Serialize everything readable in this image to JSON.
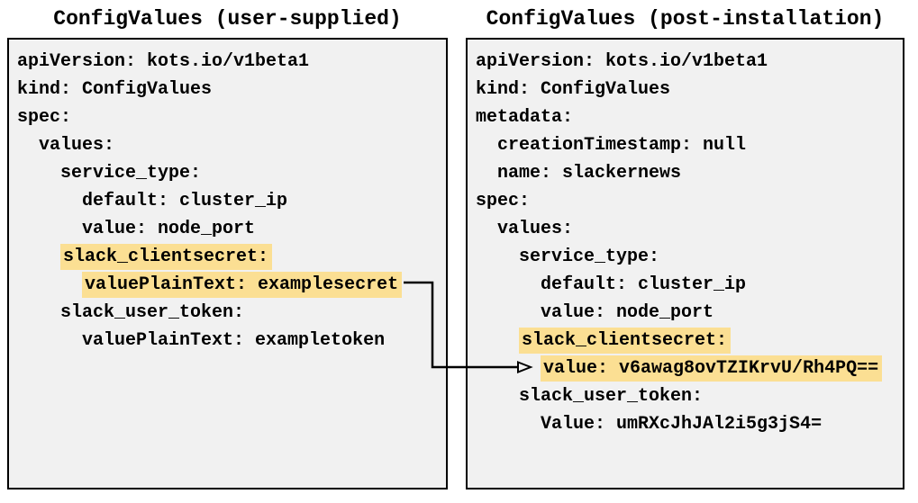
{
  "highlight_color": "#fbdf93",
  "box_background": "#f1f1f1",
  "panels": [
    {
      "title": "ConfigValues (user-supplied)",
      "lines": [
        {
          "indent": "",
          "text": "apiVersion: kots.io/v1beta1",
          "hl": false
        },
        {
          "indent": "",
          "text": "kind: ConfigValues",
          "hl": false
        },
        {
          "indent": "",
          "text": "spec:",
          "hl": false
        },
        {
          "indent": "  ",
          "text": "values:",
          "hl": false
        },
        {
          "indent": "    ",
          "text": "service_type:",
          "hl": false
        },
        {
          "indent": "      ",
          "text": "default: cluster_ip",
          "hl": false
        },
        {
          "indent": "      ",
          "text": "value: node_port",
          "hl": false
        },
        {
          "indent": "    ",
          "text": "slack_clientsecret:",
          "hl": true
        },
        {
          "indent": "      ",
          "text": "valuePlainText: examplesecret",
          "hl": true
        },
        {
          "indent": "    ",
          "text": "slack_user_token:",
          "hl": false
        },
        {
          "indent": "      ",
          "text": "valuePlainText: exampletoken",
          "hl": false
        }
      ]
    },
    {
      "title": "ConfigValues (post-installation)",
      "lines": [
        {
          "indent": "",
          "text": "apiVersion: kots.io/v1beta1",
          "hl": false
        },
        {
          "indent": "",
          "text": "kind: ConfigValues",
          "hl": false
        },
        {
          "indent": "",
          "text": "metadata:",
          "hl": false
        },
        {
          "indent": "  ",
          "text": "creationTimestamp: null",
          "hl": false
        },
        {
          "indent": "  ",
          "text": "name: slackernews",
          "hl": false
        },
        {
          "indent": "",
          "text": "spec:",
          "hl": false
        },
        {
          "indent": "  ",
          "text": "values:",
          "hl": false
        },
        {
          "indent": "    ",
          "text": "service_type:",
          "hl": false
        },
        {
          "indent": "      ",
          "text": "default: cluster_ip",
          "hl": false
        },
        {
          "indent": "      ",
          "text": "value: node_port",
          "hl": false
        },
        {
          "indent": "    ",
          "text": "slack_clientsecret:",
          "hl": true
        },
        {
          "indent": "      ",
          "text": "value: v6awag8ovTZIKrvU/Rh4PQ==",
          "hl": true
        },
        {
          "indent": "    ",
          "text": "slack_user_token:",
          "hl": false
        },
        {
          "indent": "      ",
          "text": "Value: umRXcJhJAl2i5g3jS4=",
          "hl": false
        }
      ]
    }
  ]
}
